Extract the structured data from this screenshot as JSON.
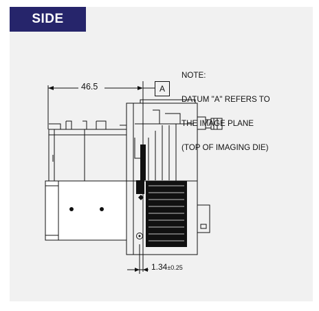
{
  "header": {
    "view_label": "SIDE"
  },
  "note": {
    "lines": [
      "NOTE:",
      "DATUM \"A\" REFERS TO",
      "THE IMAGE PLANE",
      "(TOP OF IMAGING DIE)"
    ]
  },
  "dimensions": {
    "overall_length": "46.5",
    "datum_label": "A",
    "offset_value": "1.34",
    "offset_tolerance": "±0.25"
  },
  "colors": {
    "badge_bg": "#26256b",
    "panel_bg": "#f1f1f1",
    "line": "#111111"
  }
}
